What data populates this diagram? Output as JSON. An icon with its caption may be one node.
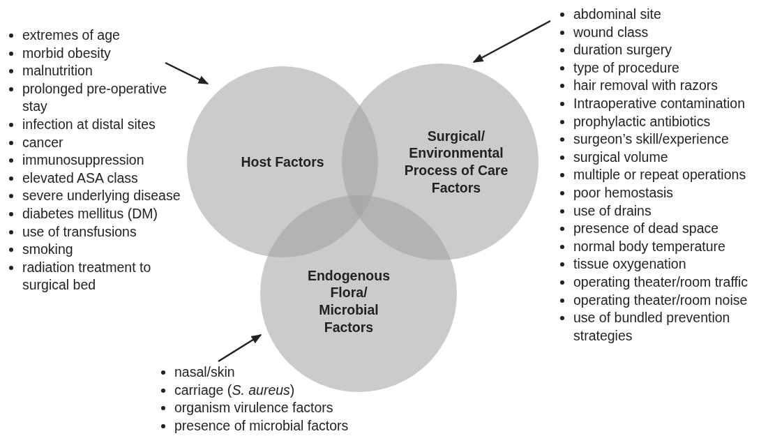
{
  "diagram": {
    "nodes": [
      {
        "text": [
          "Host Factors"
        ]
      },
      {
        "text": [
          "Surgical/ Environmental Process of Care Factors"
        ]
      },
      {
        "text": [
          "Endogenous Flora/ Microbial Factors"
        ]
      },
      {
        "text": [
          "extremes of age",
          "morbid obesity",
          "malnutrition",
          "prolonged pre-operative stay",
          "infection at distal sites",
          "cancer",
          "immunosuppression",
          "elevated ASA class",
          "severe underlying disease",
          "diabetes mellitus (DM)",
          "use of transfusions",
          "smoking",
          "radiation treatment to surgical bed"
        ]
      },
      {
        "text": [
          "abdominal site",
          "wound class",
          "duration surgery",
          "type of procedure",
          "hair removal with razors",
          "Intraoperative contamination",
          "prophylactic antibiotics",
          "surgeon’s skill/experience",
          "surgical volume",
          "multiple or repeat operations",
          "poor hemostasis",
          "use of drains",
          "presence of dead space",
          "normal body temperature",
          "tissue oxygenation",
          "operating theater/room traffic",
          "operating theater/room noise",
          "use of bundled prevention strategies"
        ]
      },
      {
        "text": [
          "nasal/skin",
          "carriage (*S. aureus*)",
          "organism virulence factors",
          "presence of microbial factors"
        ]
      }
    ],
    "edges": [
      {
        "from": 3,
        "to": 0,
        "arrow": "to"
      },
      {
        "from": 4,
        "to": 1,
        "arrow": "to"
      },
      {
        "from": 5,
        "to": 2,
        "arrow": "to"
      }
    ]
  }
}
